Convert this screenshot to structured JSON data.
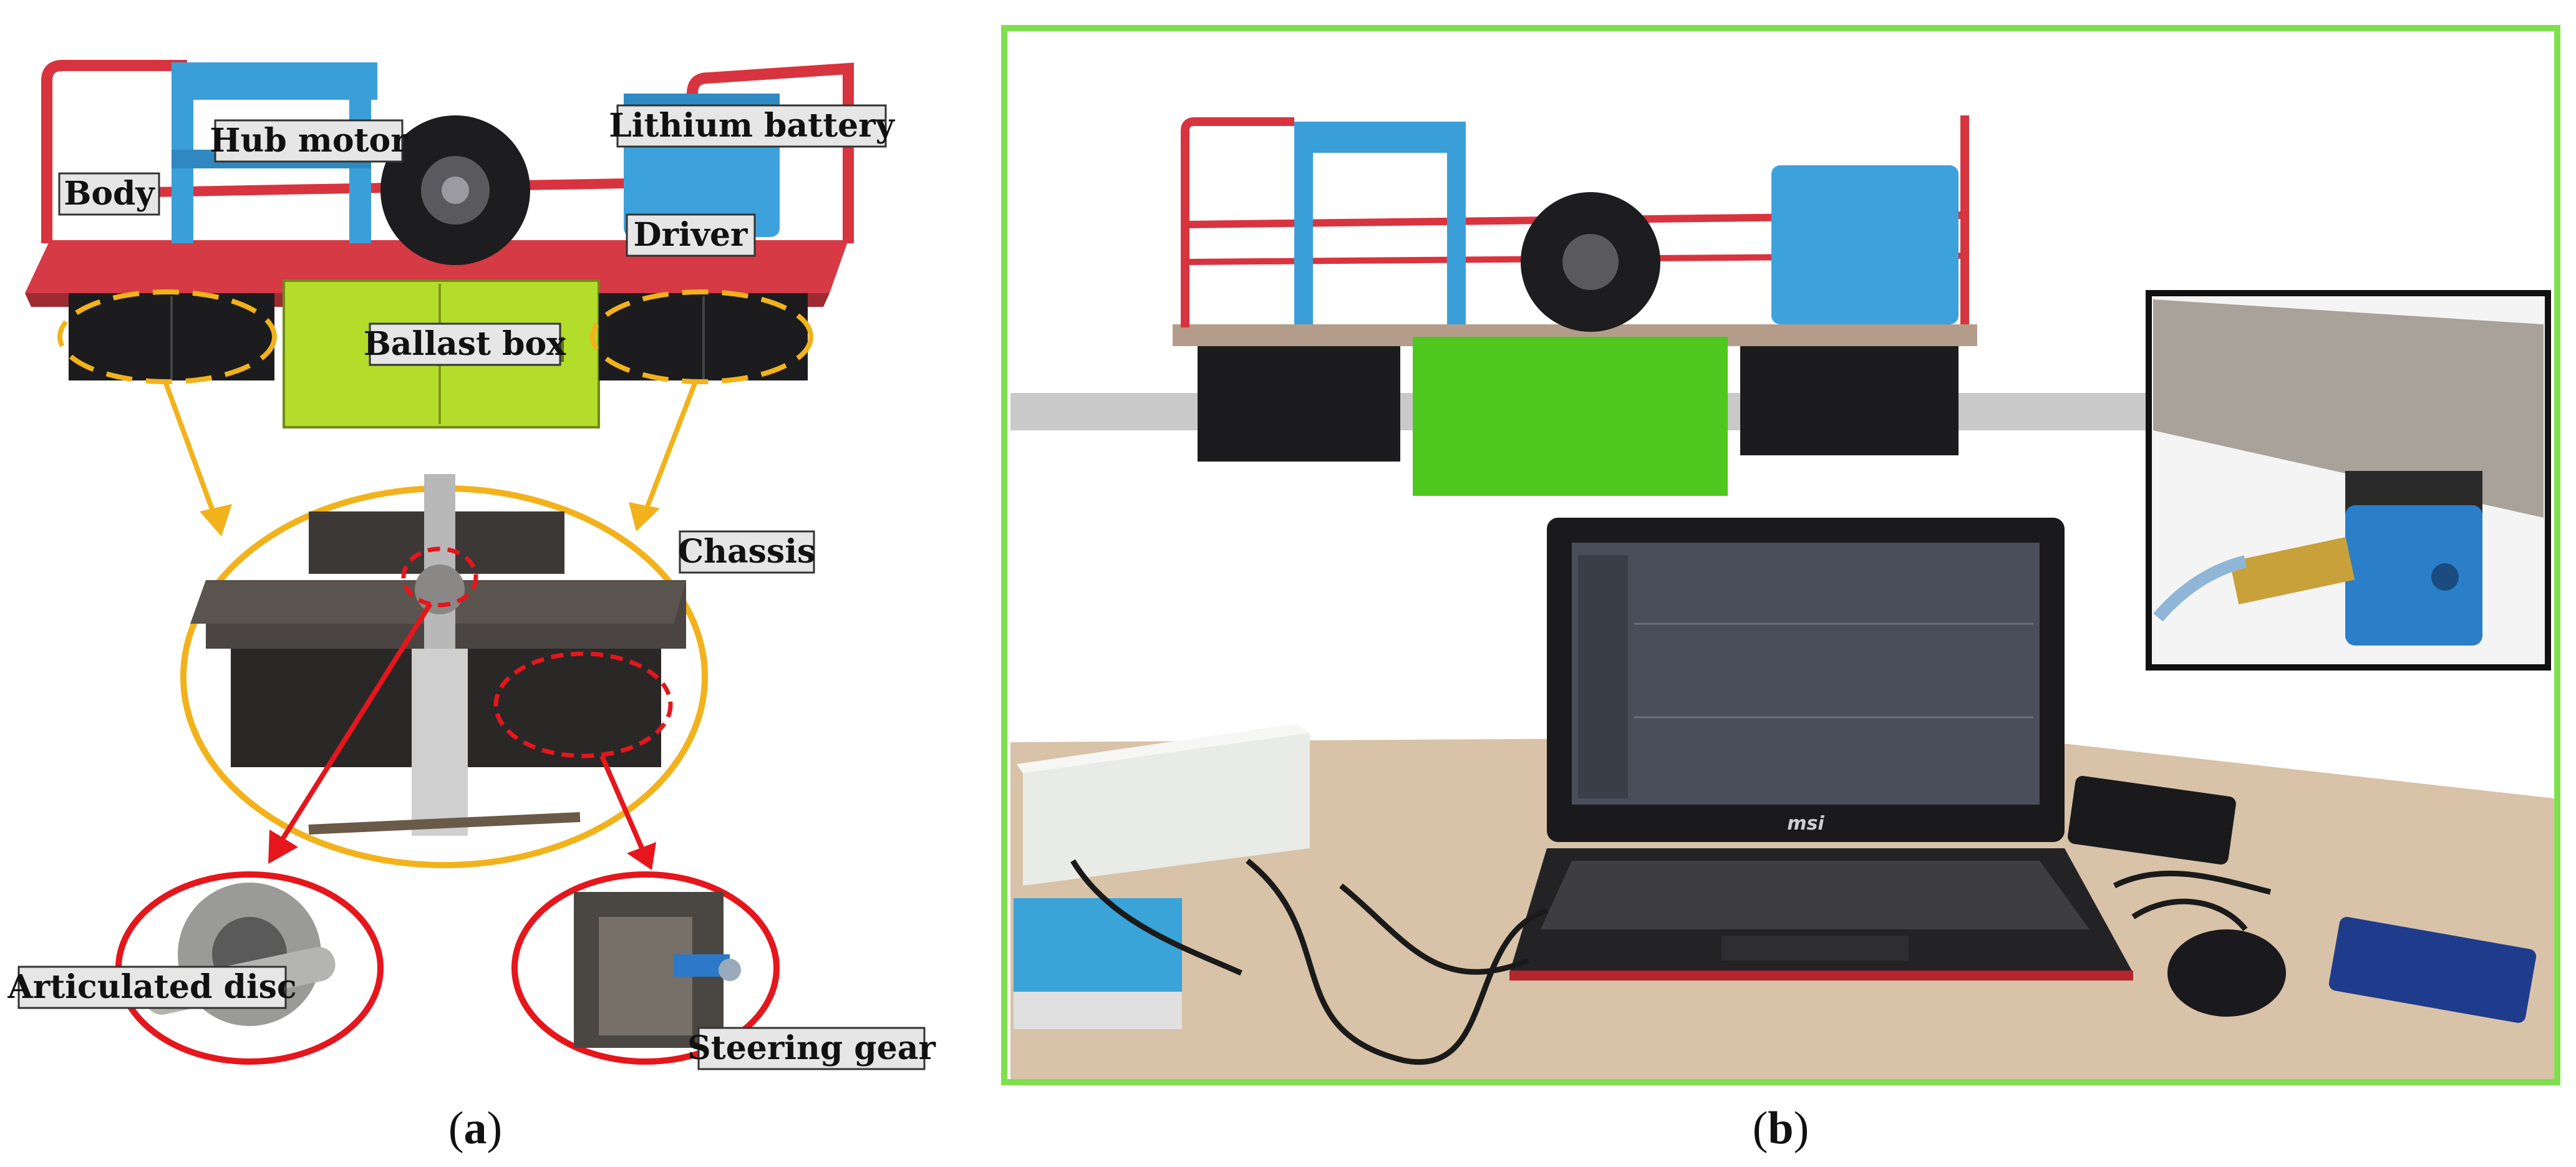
{
  "panel_a": {
    "caption_letter": "a",
    "labels": {
      "hub_motor": "Hub motor",
      "lithium_battery": "Lithium battery",
      "body": "Body",
      "driver": "Driver",
      "ballast_box": "Ballast box",
      "chassis": "Chassis",
      "articulated_disc": "Articulated disc",
      "steering_gear": "Steering gear"
    }
  },
  "panel_b": {
    "caption_letter": "b",
    "laptop_brand": "msi"
  },
  "colors": {
    "callout_orange": "#f2b21b",
    "callout_red": "#e5161c",
    "panel_b_border": "#7fe04f",
    "frame_red": "#d8343f",
    "frame_blue": "#3a9fd8",
    "ballast_green": "#b4dc2a",
    "ballast_green_b": "#4ec81e"
  }
}
